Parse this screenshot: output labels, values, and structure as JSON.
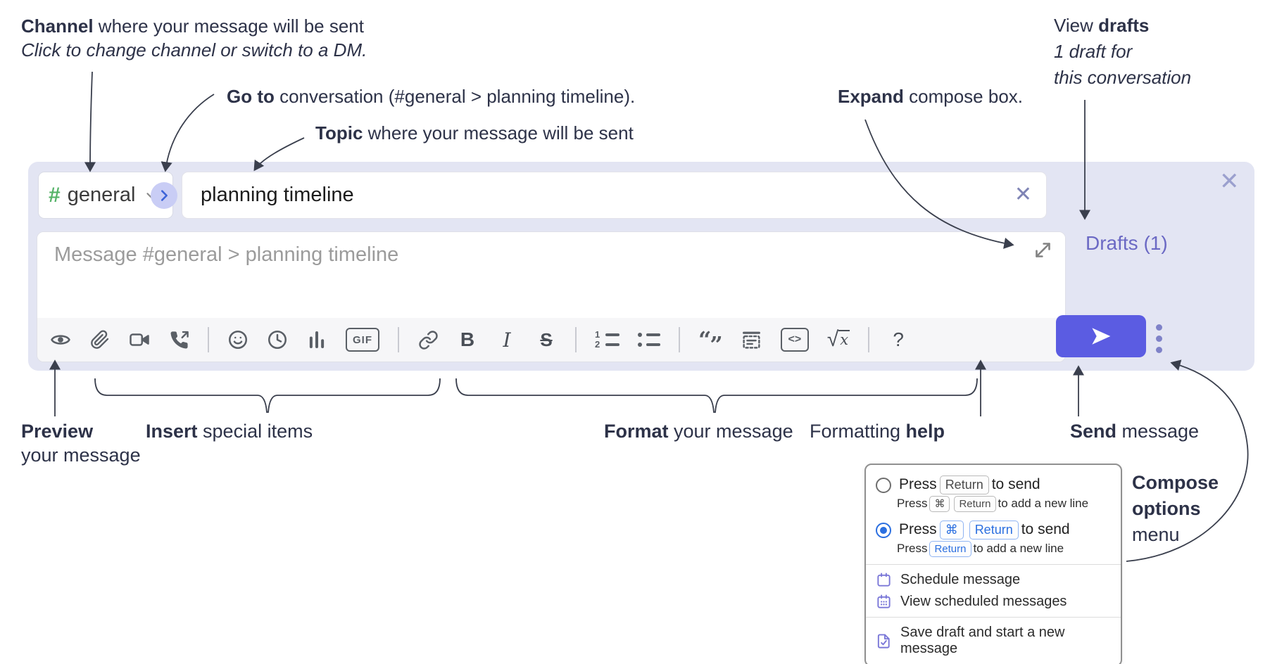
{
  "annotations": {
    "channel": {
      "bold": "Channel",
      "rest": " where your message will be sent",
      "line2": "Click to change channel or switch to a DM."
    },
    "goto": {
      "bold": "Go to",
      "rest": " conversation (#general > planning timeline)."
    },
    "topic": {
      "bold": "Topic",
      "rest": " where your message will be sent"
    },
    "expand": {
      "bold": "Expand",
      "rest": " compose box."
    },
    "drafts": {
      "pre": "View ",
      "bold": "drafts",
      "line2": "1 draft for",
      "line3": "this conversation"
    },
    "preview": {
      "bold": "Preview",
      "line2": "your message"
    },
    "insert": {
      "bold": "Insert",
      "rest": " special items"
    },
    "format": {
      "bold": "Format",
      "rest": " your message"
    },
    "formatting_help": {
      "pre": "Formatting ",
      "bold": "help"
    },
    "send": {
      "bold": "Send",
      "rest": " message"
    },
    "compose_options": {
      "bold1": "Compose",
      "bold2": "options",
      "rest": "menu"
    }
  },
  "compose": {
    "channel": {
      "hash": "#",
      "name": "general"
    },
    "topic_value": "planning timeline",
    "message_placeholder": "Message #general > planning timeline",
    "drafts_link": "Drafts (1)",
    "close_x": "✕",
    "clear_x": "✕",
    "toolbar": {
      "bold": "B",
      "italic": "I",
      "strike": "S",
      "gif": "GIF",
      "code": "<>",
      "sqrt_root": "√",
      "sqrt_x": "x",
      "question": "?",
      "quote_open": "“",
      "quote_close": "”",
      "ol_1": "1",
      "ol_2": "2"
    }
  },
  "menu": {
    "option_enter": {
      "pre": "Press",
      "key": "Return",
      "post": "to send",
      "sub_pre": "Press",
      "sub_key_cmd": "⌘",
      "sub_key_return": "Return",
      "sub_post": "to add a new line"
    },
    "option_cmd_enter": {
      "pre": "Press",
      "key_cmd": "⌘",
      "key_return": "Return",
      "post": "to send",
      "sub_pre": "Press",
      "sub_key": "Return",
      "sub_post": "to add a new line"
    },
    "schedule": "Schedule message",
    "view_scheduled": "View scheduled messages",
    "save_draft": "Save draft and start a new message"
  },
  "colors": {
    "compose_bg": "#e3e5f3",
    "accent_send": "#5b5ce2",
    "drafts_link": "#6b69c4",
    "hash_green": "#55b368",
    "menu_icon_purple": "#7b78d8",
    "key_blue": "#2b6fe0",
    "annotation_ink": "#2d3248"
  }
}
